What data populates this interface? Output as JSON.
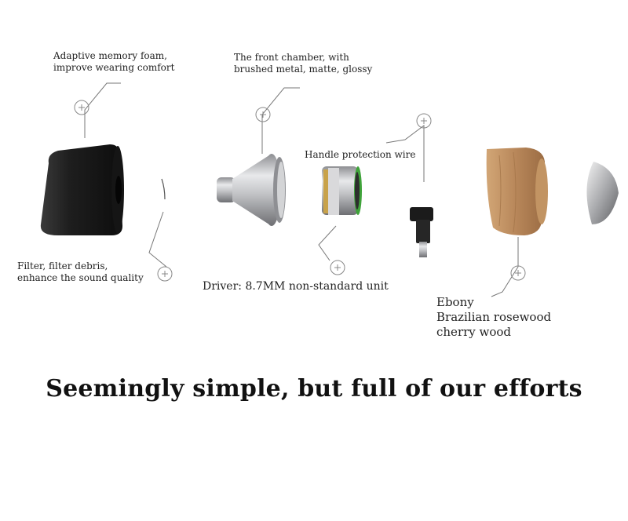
{
  "callouts": {
    "foam": {
      "lines": [
        "Adaptive memory foam,",
        "improve wearing comfort"
      ]
    },
    "front_chamber": {
      "lines": [
        "The front chamber, with",
        "brushed metal, matte, glossy"
      ]
    },
    "handle_wire": {
      "lines": [
        "Handle protection wire"
      ]
    },
    "filter": {
      "lines": [
        "Filter, filter debris,",
        "enhance the sound quality"
      ]
    },
    "driver": {
      "lines": [
        "Driver: 8.7MM non-standard unit"
      ]
    },
    "wood": {
      "lines": [
        "Ebony",
        "Brazilian rosewood",
        "cherry wood"
      ]
    }
  },
  "headline": "Seemingly simple, but full of our efforts",
  "colors": {
    "foam": "#1c1c1c",
    "metal": "#b9babd",
    "wood": "#b98a5c",
    "driver_ring": "#3fa33a",
    "driver_brass": "#c8a24a",
    "leader": "#666666"
  }
}
